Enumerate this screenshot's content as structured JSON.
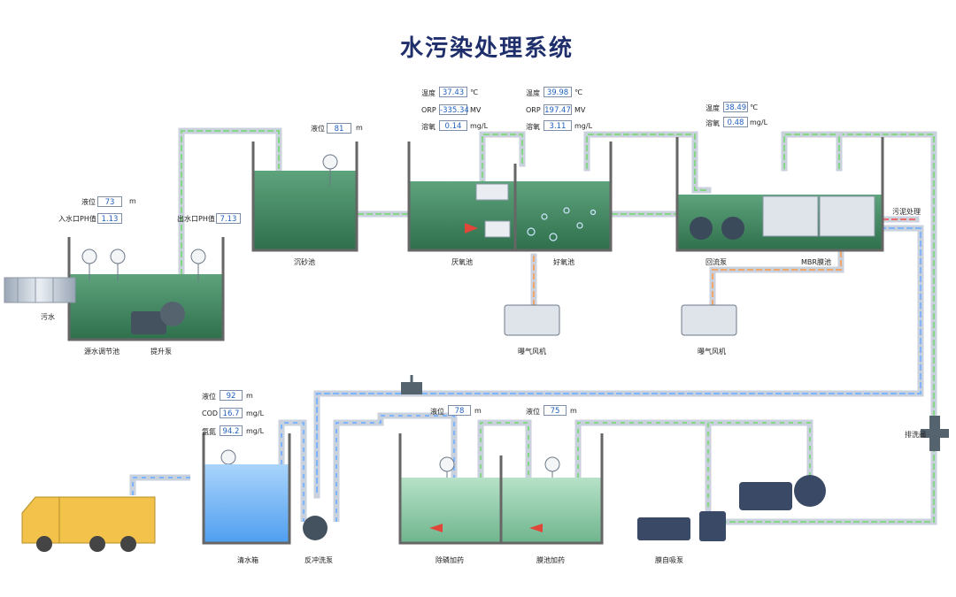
{
  "title": "水污染处理系统",
  "colors": {
    "water_green": "#3f8a63",
    "water_blue": "#66aef2",
    "pipe_green": "#7fd17f",
    "pipe_blue": "#7fb4ff",
    "pipe_orange": "#f3a66a",
    "pipe_red": "#f06a6a",
    "truck": "#f3c24b"
  },
  "equipment": {
    "source_water": "污水",
    "regulating_pool": "源水调节池",
    "lift_pump": "提升泵",
    "grit_tank": "沉砂池",
    "anoxic_tank": "厌氧池",
    "aerobic_tank": "好氧池",
    "return_pump": "回流泵",
    "mbr_tank": "MBR膜池",
    "sludge": "污泥处理",
    "blower1": "曝气风机",
    "blower2": "曝气风机",
    "clear_tank": "清水箱",
    "backwash_pump": "反冲洗泵",
    "dosing1": "除磷加药",
    "dosing2": "膜池加药",
    "membrane_pump": "膜自吸泵",
    "backwash_valve": "排洗阀"
  },
  "readings": {
    "pool_level": {
      "label": "液位",
      "value": "73",
      "unit": "m"
    },
    "inlet_ph": {
      "label": "入水口PH值",
      "value": "1.13"
    },
    "outlet_ph": {
      "label": "出水口PH值",
      "value": "7.13"
    },
    "grit_level": {
      "label": "液位",
      "value": "81",
      "unit": "m"
    },
    "anoxic_temp": {
      "label": "温度",
      "value": "37.43",
      "unit": "℃"
    },
    "anoxic_orp": {
      "label": "ORP",
      "value": "-335.34",
      "unit": "MV"
    },
    "anoxic_do": {
      "label": "溶氧",
      "value": "0.14",
      "unit": "mg/L"
    },
    "aerobic_temp": {
      "label": "温度",
      "value": "39.98",
      "unit": "℃"
    },
    "aerobic_orp": {
      "label": "ORP",
      "value": "197.47",
      "unit": "MV"
    },
    "aerobic_do": {
      "label": "溶氧",
      "value": "3.11",
      "unit": "mg/L"
    },
    "mbr_temp": {
      "label": "温度",
      "value": "38.49",
      "unit": "℃"
    },
    "mbr_do": {
      "label": "溶氧",
      "value": "0.48",
      "unit": "mg/L"
    },
    "clear_level": {
      "label": "液位",
      "value": "92",
      "unit": "m"
    },
    "clear_cod": {
      "label": "COD",
      "value": "16.7",
      "unit": "mg/L"
    },
    "clear_nh": {
      "label": "氨氮",
      "value": "94.2",
      "unit": "mg/L"
    },
    "dose1_level": {
      "label": "液位",
      "value": "78",
      "unit": "m"
    },
    "dose2_level": {
      "label": "液位",
      "value": "75",
      "unit": "m"
    }
  }
}
